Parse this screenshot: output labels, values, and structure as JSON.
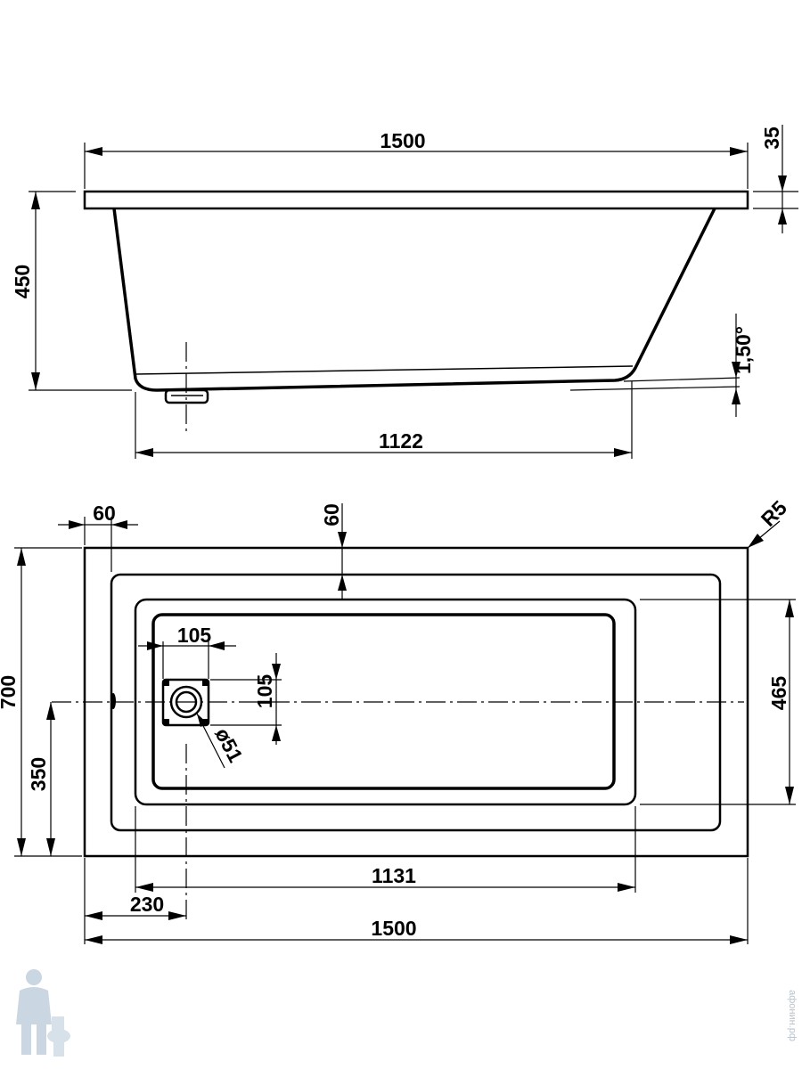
{
  "side_view": {
    "length_top": "1500",
    "rim_height": "35",
    "height": "450",
    "slope": "1,50°",
    "bottom_length": "1122"
  },
  "top_view": {
    "rim_left": "60",
    "rim_top": "60",
    "corner_radius": "R5",
    "width": "700",
    "half_width": "350",
    "drain_offset_x": "105",
    "drain_offset_y": "105",
    "drain_diameter": "ø51",
    "inner_width": "465",
    "inner_length": "1131",
    "drain_from_edge": "230",
    "length_bottom": "1500"
  },
  "watermark": "афонин.рф"
}
